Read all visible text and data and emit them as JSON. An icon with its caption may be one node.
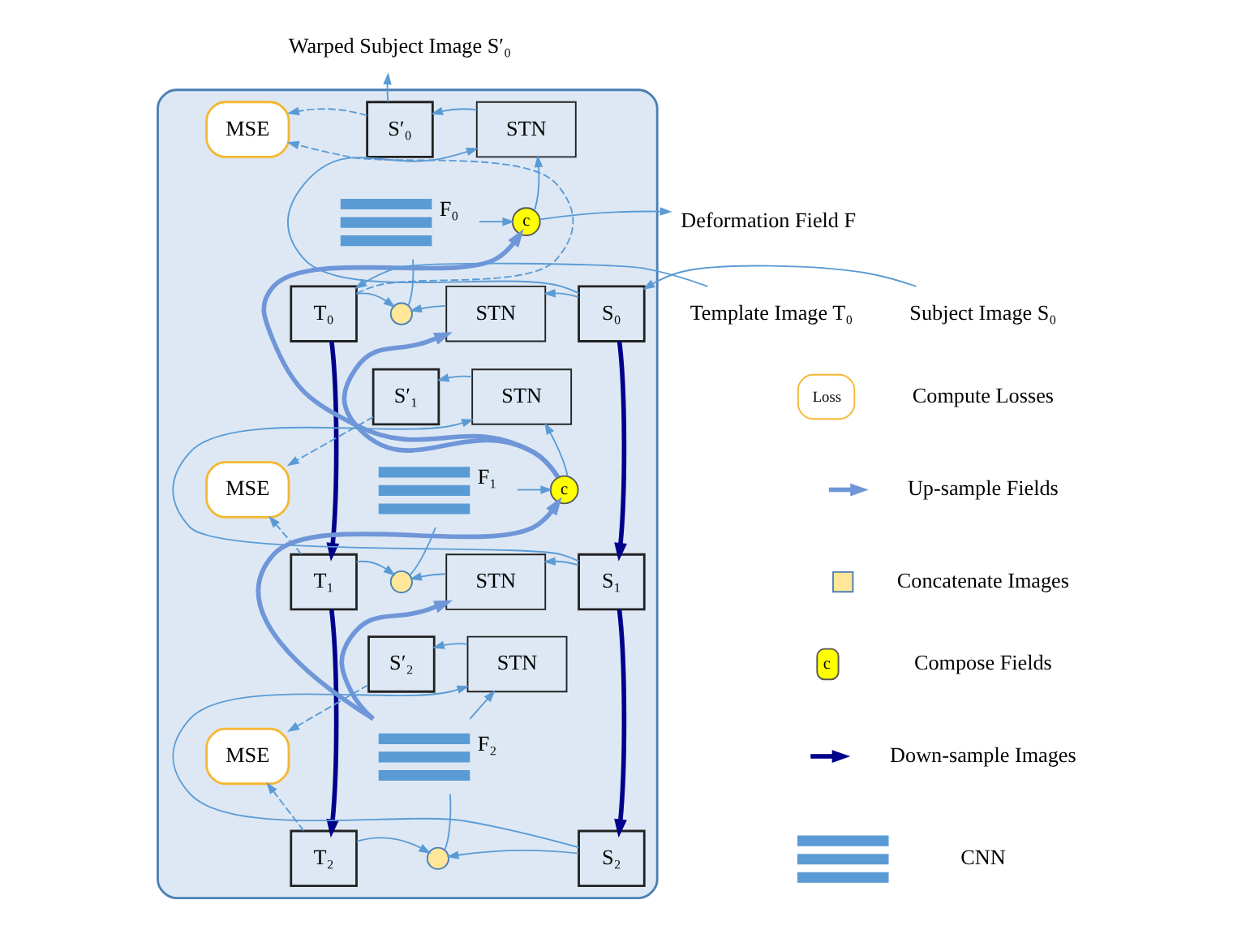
{
  "diagram": {
    "nodes": [
      {
        "text": [
          "Warped Subject Image S′₀"
        ]
      },
      {
        "text": [],
        "shape": "box"
      },
      {
        "text": [
          "MSE"
        ],
        "in": 1
      },
      {
        "text": [
          "S′₀"
        ],
        "in": 1
      },
      {
        "text": [
          "STN"
        ],
        "in": 1
      },
      {
        "text": [
          "Deformation Field F"
        ]
      },
      {
        "text": [
          "c"
        ],
        "in": 1
      },
      {
        "text": [],
        "shape": "bar",
        "beside": [
          "F₀"
        ],
        "in": 1
      },
      {
        "text": [
          "Template Image T₀"
        ]
      },
      {
        "text": [
          "T₀"
        ],
        "in": 1
      },
      {
        "text": [],
        "shape": "circle",
        "in": 1
      },
      {
        "text": [
          "STN"
        ],
        "in": 1
      },
      {
        "text": [
          "S₀"
        ],
        "in": 1
      },
      {
        "text": [
          "Subject Image S₀"
        ]
      },
      {
        "text": [
          "S′₁"
        ],
        "in": 1
      },
      {
        "text": [
          "STN"
        ],
        "in": 1
      },
      {
        "text": [
          "MSE"
        ],
        "in": 1
      },
      {
        "text": [
          "c"
        ],
        "in": 1
      },
      {
        "text": [],
        "shape": "bar",
        "beside": [
          "F₁"
        ],
        "in": 1
      },
      {
        "text": [
          "T₁"
        ],
        "in": 1
      },
      {
        "text": [],
        "shape": "circle",
        "in": 1
      },
      {
        "text": [
          "STN"
        ],
        "in": 1
      },
      {
        "text": [
          "S₁"
        ],
        "in": 1
      },
      {
        "text": [
          "S′₂"
        ],
        "in": 1
      },
      {
        "text": [
          "STN"
        ],
        "in": 1
      },
      {
        "text": [],
        "shape": "bar",
        "beside": [
          "F₂"
        ],
        "in": 1
      },
      {
        "text": [
          "MSE"
        ],
        "in": 1
      },
      {
        "text": [
          "T₂"
        ],
        "in": 1
      },
      {
        "text": [],
        "shape": "circle",
        "in": 1
      },
      {
        "text": [
          "S₂"
        ],
        "in": 1
      }
    ],
    "edges": [
      {
        "from": 8,
        "to": 9,
        "arrow": "to"
      },
      {
        "from": 13,
        "to": 12,
        "arrow": "to"
      },
      {
        "from": 3,
        "to": 0,
        "arrow": "to"
      },
      {
        "from": 6,
        "to": 4,
        "arrow": "to"
      },
      {
        "from": 6,
        "to": 5,
        "arrow": "to"
      },
      {
        "from": 12,
        "to": 4,
        "arrow": "to"
      },
      {
        "from": 4,
        "to": 3,
        "arrow": "to"
      },
      {
        "from": 3,
        "to": 2,
        "arrow": "to",
        "style": "dashed"
      },
      {
        "from": 9,
        "to": 2,
        "arrow": "to",
        "style": "dashed"
      },
      {
        "from": 9,
        "to": 10,
        "arrow": "to"
      },
      {
        "from": 11,
        "to": 10,
        "arrow": "to"
      },
      {
        "from": 12,
        "to": 11,
        "arrow": "to"
      },
      {
        "from": 10,
        "to": 7,
        "arrow": "none"
      },
      {
        "from": 7,
        "to": 6,
        "arrow": "to"
      },
      {
        "from": 17,
        "to": 6,
        "arrow": "to",
        "style": "thick",
        "color": "#6f96d8"
      },
      {
        "from": 17,
        "to": 11,
        "arrow": "to",
        "style": "thick",
        "color": "#6f96d8"
      },
      {
        "from": 17,
        "to": 15,
        "arrow": "to"
      },
      {
        "from": 22,
        "to": 15,
        "arrow": "to"
      },
      {
        "from": 15,
        "to": 14,
        "arrow": "to"
      },
      {
        "from": 14,
        "to": 16,
        "arrow": "to",
        "style": "dashed"
      },
      {
        "from": 19,
        "to": 16,
        "arrow": "to",
        "style": "dashed"
      },
      {
        "from": 19,
        "to": 20,
        "arrow": "to"
      },
      {
        "from": 21,
        "to": 20,
        "arrow": "to"
      },
      {
        "from": 22,
        "to": 21,
        "arrow": "to"
      },
      {
        "from": 20,
        "to": 18,
        "arrow": "none"
      },
      {
        "from": 18,
        "to": 17,
        "arrow": "to"
      },
      {
        "from": 29,
        "to": 24,
        "arrow": "to"
      },
      {
        "from": 24,
        "to": 23,
        "arrow": "to"
      },
      {
        "from": 23,
        "to": 26,
        "arrow": "to",
        "style": "dashed"
      },
      {
        "from": 27,
        "to": 26,
        "arrow": "to",
        "style": "dashed"
      },
      {
        "from": 27,
        "to": 28,
        "arrow": "to"
      },
      {
        "from": 29,
        "to": 28,
        "arrow": "to"
      },
      {
        "from": 28,
        "to": 25,
        "arrow": "none"
      },
      {
        "from": 25,
        "to": 24,
        "arrow": "to"
      },
      {
        "from": 25,
        "to": 17,
        "arrow": "to",
        "style": "thick",
        "color": "#6f96d8"
      },
      {
        "from": 25,
        "to": 21,
        "arrow": "to",
        "style": "thick",
        "color": "#6f96d8"
      },
      {
        "from": 9,
        "to": 19,
        "arrow": "to",
        "style": "thick",
        "color": "#00008b"
      },
      {
        "from": 19,
        "to": 27,
        "arrow": "to",
        "style": "thick",
        "color": "#00008b"
      },
      {
        "from": 12,
        "to": 22,
        "arrow": "to",
        "style": "thick",
        "color": "#00008b"
      },
      {
        "from": 22,
        "to": 29,
        "arrow": "to",
        "style": "thick",
        "color": "#00008b"
      }
    ],
    "labels": [
      "Loss",
      "c"
    ],
    "legend": [
      {
        "text": "Compute Losses"
      },
      {
        "text": "Up-sample Fields"
      },
      {
        "text": "Concatenate Images",
        "color": "#ffe699"
      },
      {
        "text": "Compose Fields"
      },
      {
        "text": "Down-sample Images"
      },
      {
        "text": "CNN"
      }
    ]
  }
}
